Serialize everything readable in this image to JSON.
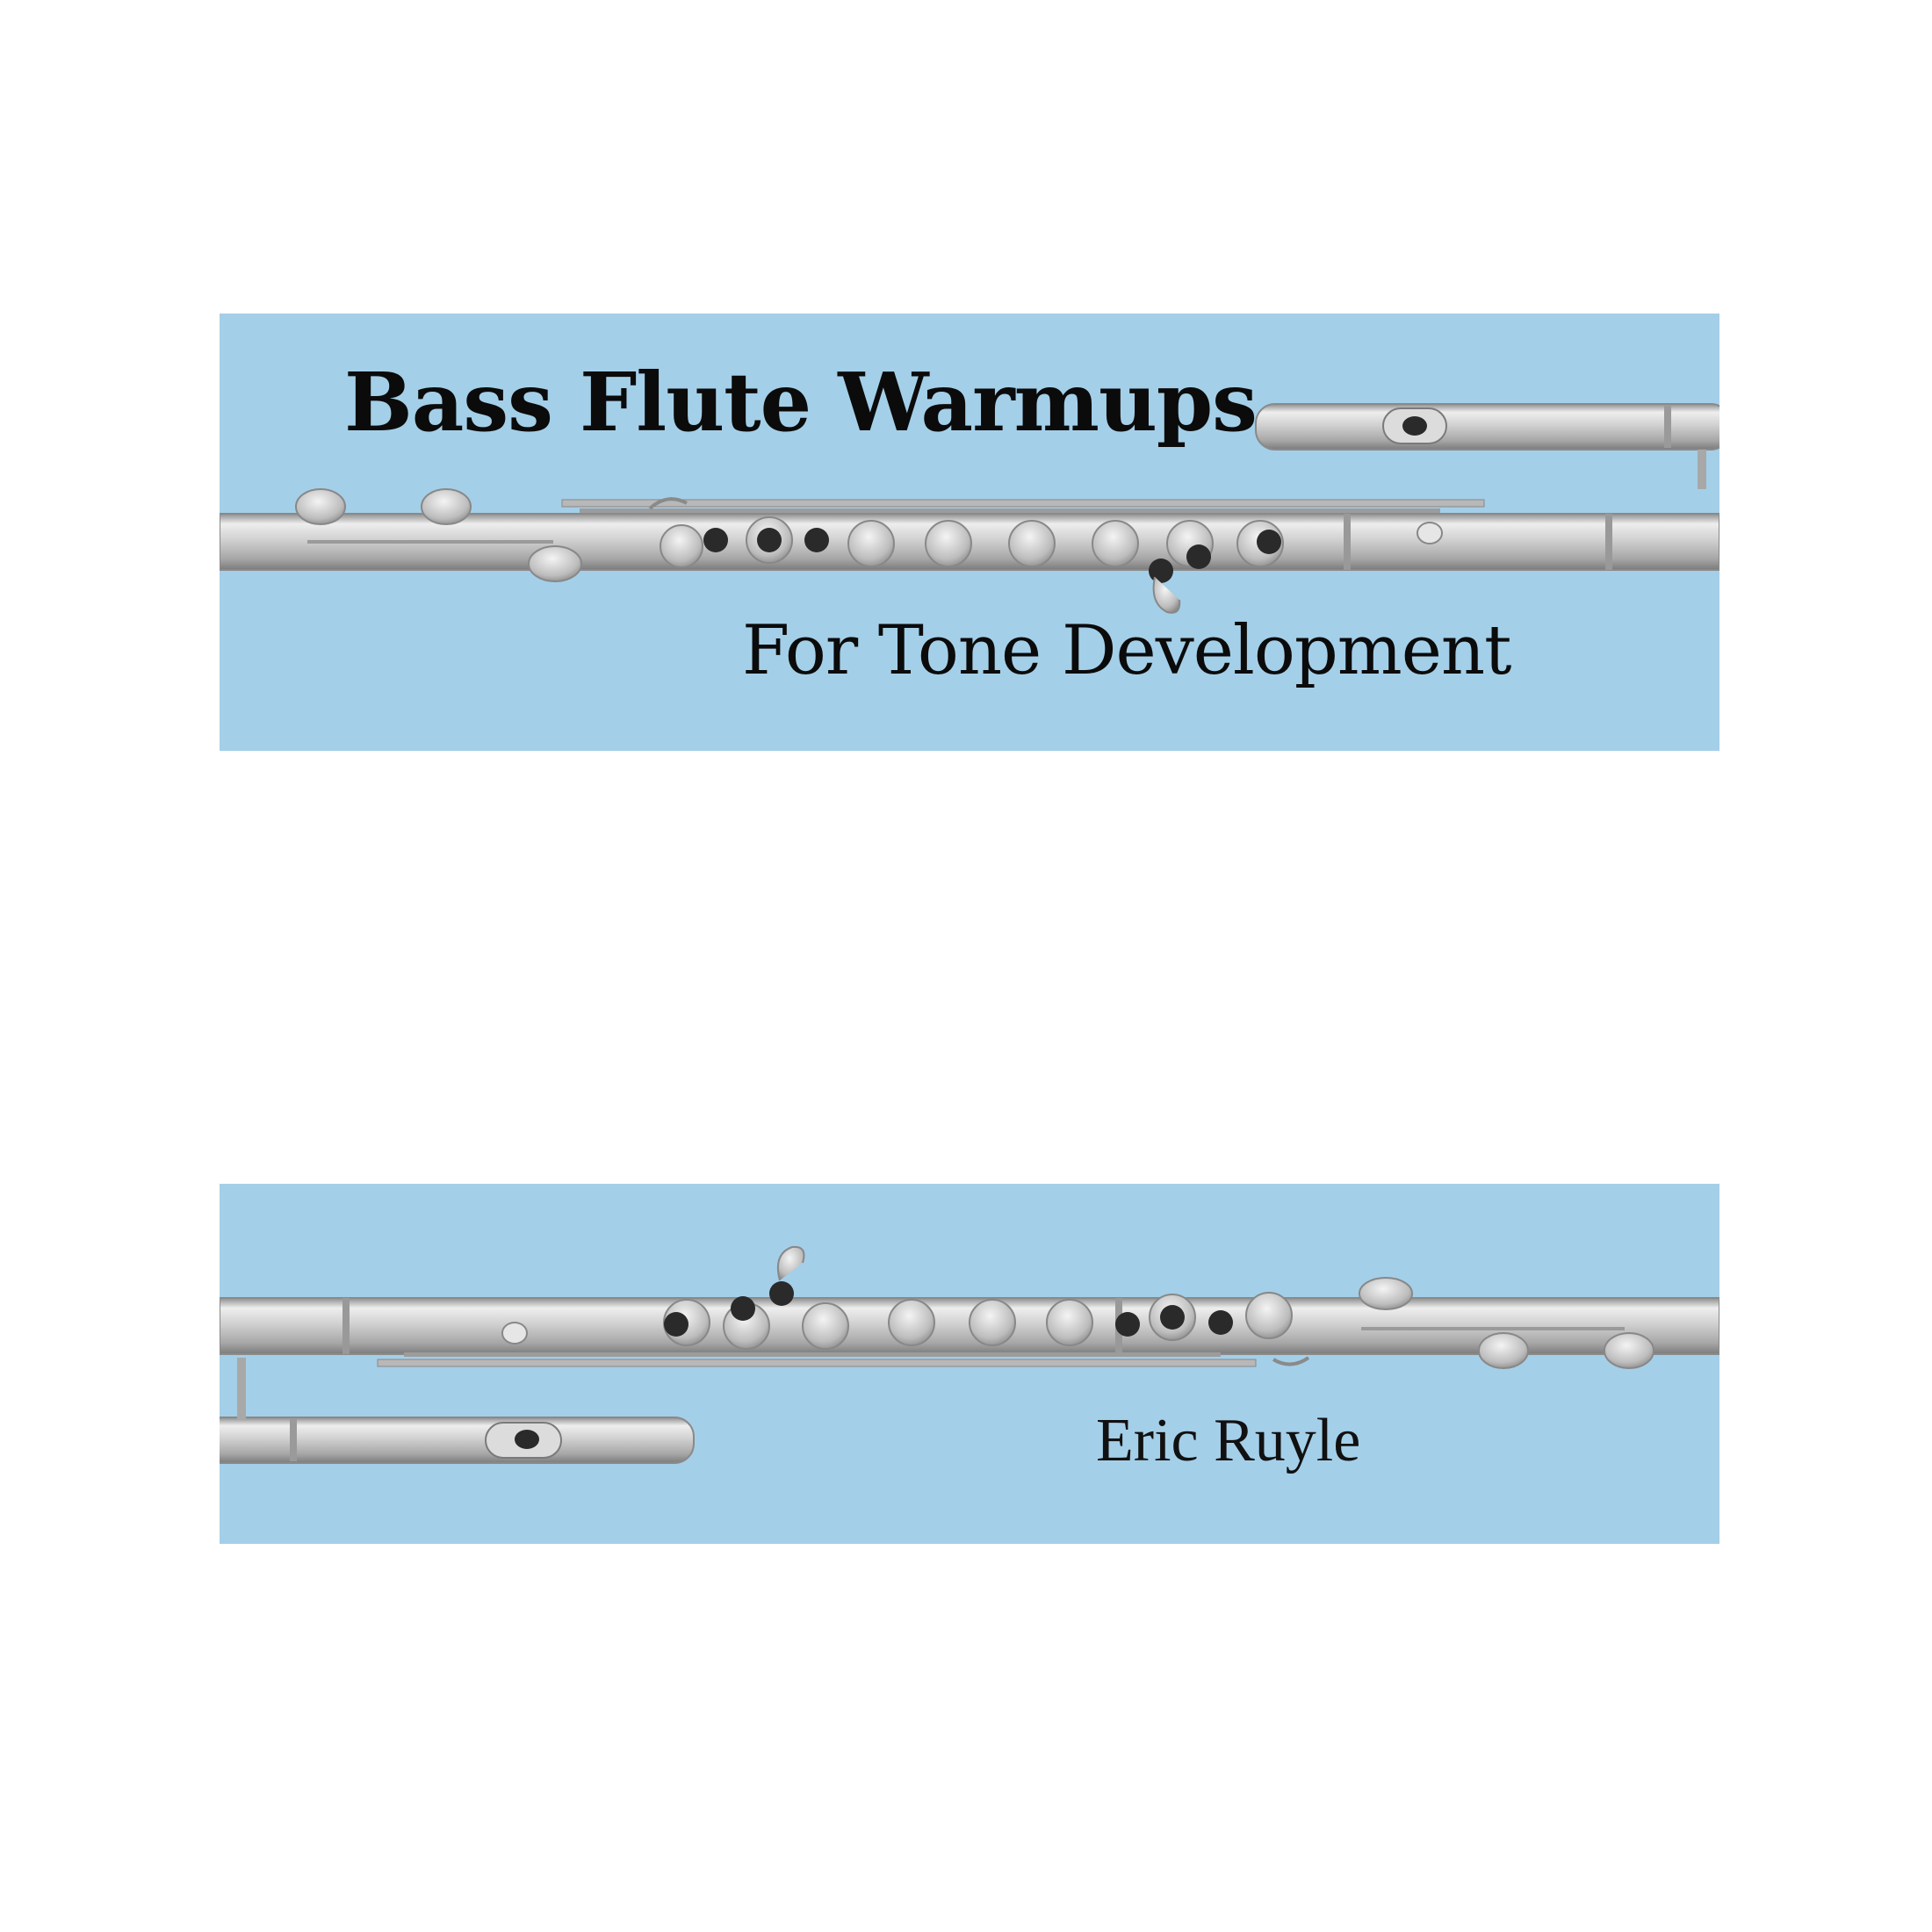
{
  "cover": {
    "title": "Bass Flute Warmups",
    "subtitle": "For Tone Development",
    "author": "Eric Ruyle"
  },
  "colors": {
    "background": "#ffffff",
    "band": "#a4cfe8",
    "text": "#0b0b0b",
    "flute_silver": "#c9c9c9",
    "flute_hole": "#2a2a2a"
  },
  "illustration": {
    "top_band": "bass-flute-image",
    "bottom_band": "bass-flute-image-mirrored"
  }
}
